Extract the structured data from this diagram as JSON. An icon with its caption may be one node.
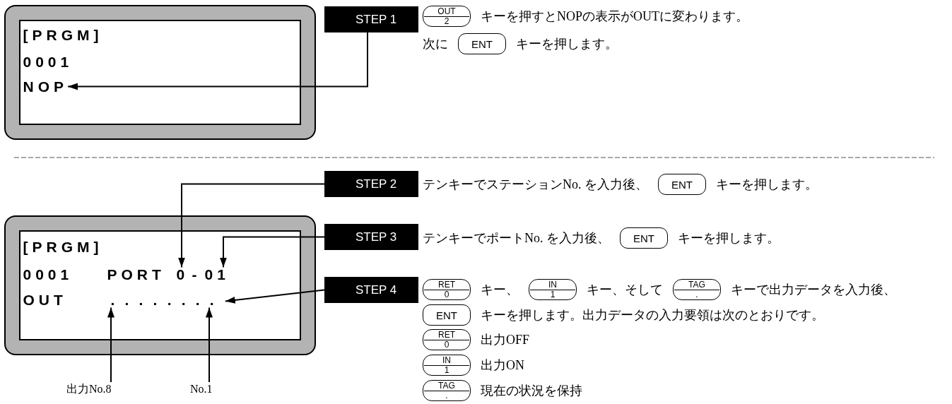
{
  "diagram": {
    "nodes": [
      {
        "text": [
          "[PRGM]",
          "0001"
        ]
      },
      {
        "text": [
          "NOP"
        ],
        "in": 0
      },
      {
        "text": [
          "STEP 1"
        ]
      },
      {
        "text": [
          "[PRGM]",
          "0001",
          "PORT",
          "-",
          "OUT"
        ]
      },
      {
        "text": [
          "0"
        ],
        "in": 3
      },
      {
        "text": [
          "01"
        ],
        "in": 3
      },
      {
        "text": [
          "........"
        ],
        "in": 3
      },
      {
        "text": [
          "STEP 2"
        ]
      },
      {
        "text": [
          "STEP 3"
        ]
      },
      {
        "text": [
          "STEP 4"
        ]
      },
      {
        "text": [
          "出力No.8"
        ]
      },
      {
        "text": [
          "No.1"
        ]
      }
    ],
    "edges": [
      {
        "from": 2,
        "to": 1,
        "arrow": "to"
      },
      {
        "from": 7,
        "to": 4,
        "arrow": "to"
      },
      {
        "from": 8,
        "to": 5,
        "arrow": "to"
      },
      {
        "from": 9,
        "to": 6,
        "arrow": "to"
      },
      {
        "from": 10,
        "to": 6,
        "arrow": "to"
      },
      {
        "from": 11,
        "to": 6,
        "arrow": "to"
      }
    ],
    "labels": [
      "OUT",
      "2",
      "キーを押すとNOPの表示がOUTに変わります。",
      "次に",
      "ENT",
      "キーを押します。",
      "テンキーでステーションNo. を入力後、",
      "ENT",
      "キーを押します。",
      "テンキーでポートNo. を入力後、",
      "ENT",
      "キーを押します。",
      "RET",
      "0",
      "キー、",
      "IN",
      "1",
      "キー、そして",
      "TAG",
      ".",
      "キーで出力データを入力後、",
      "ENT",
      "キーを押します。出力データの入力要領は次のとおりです。",
      "RET",
      "0",
      "出力OFF",
      "IN",
      "1",
      "出力ON",
      "TAG",
      ".",
      "現在の状況を保持"
    ]
  }
}
